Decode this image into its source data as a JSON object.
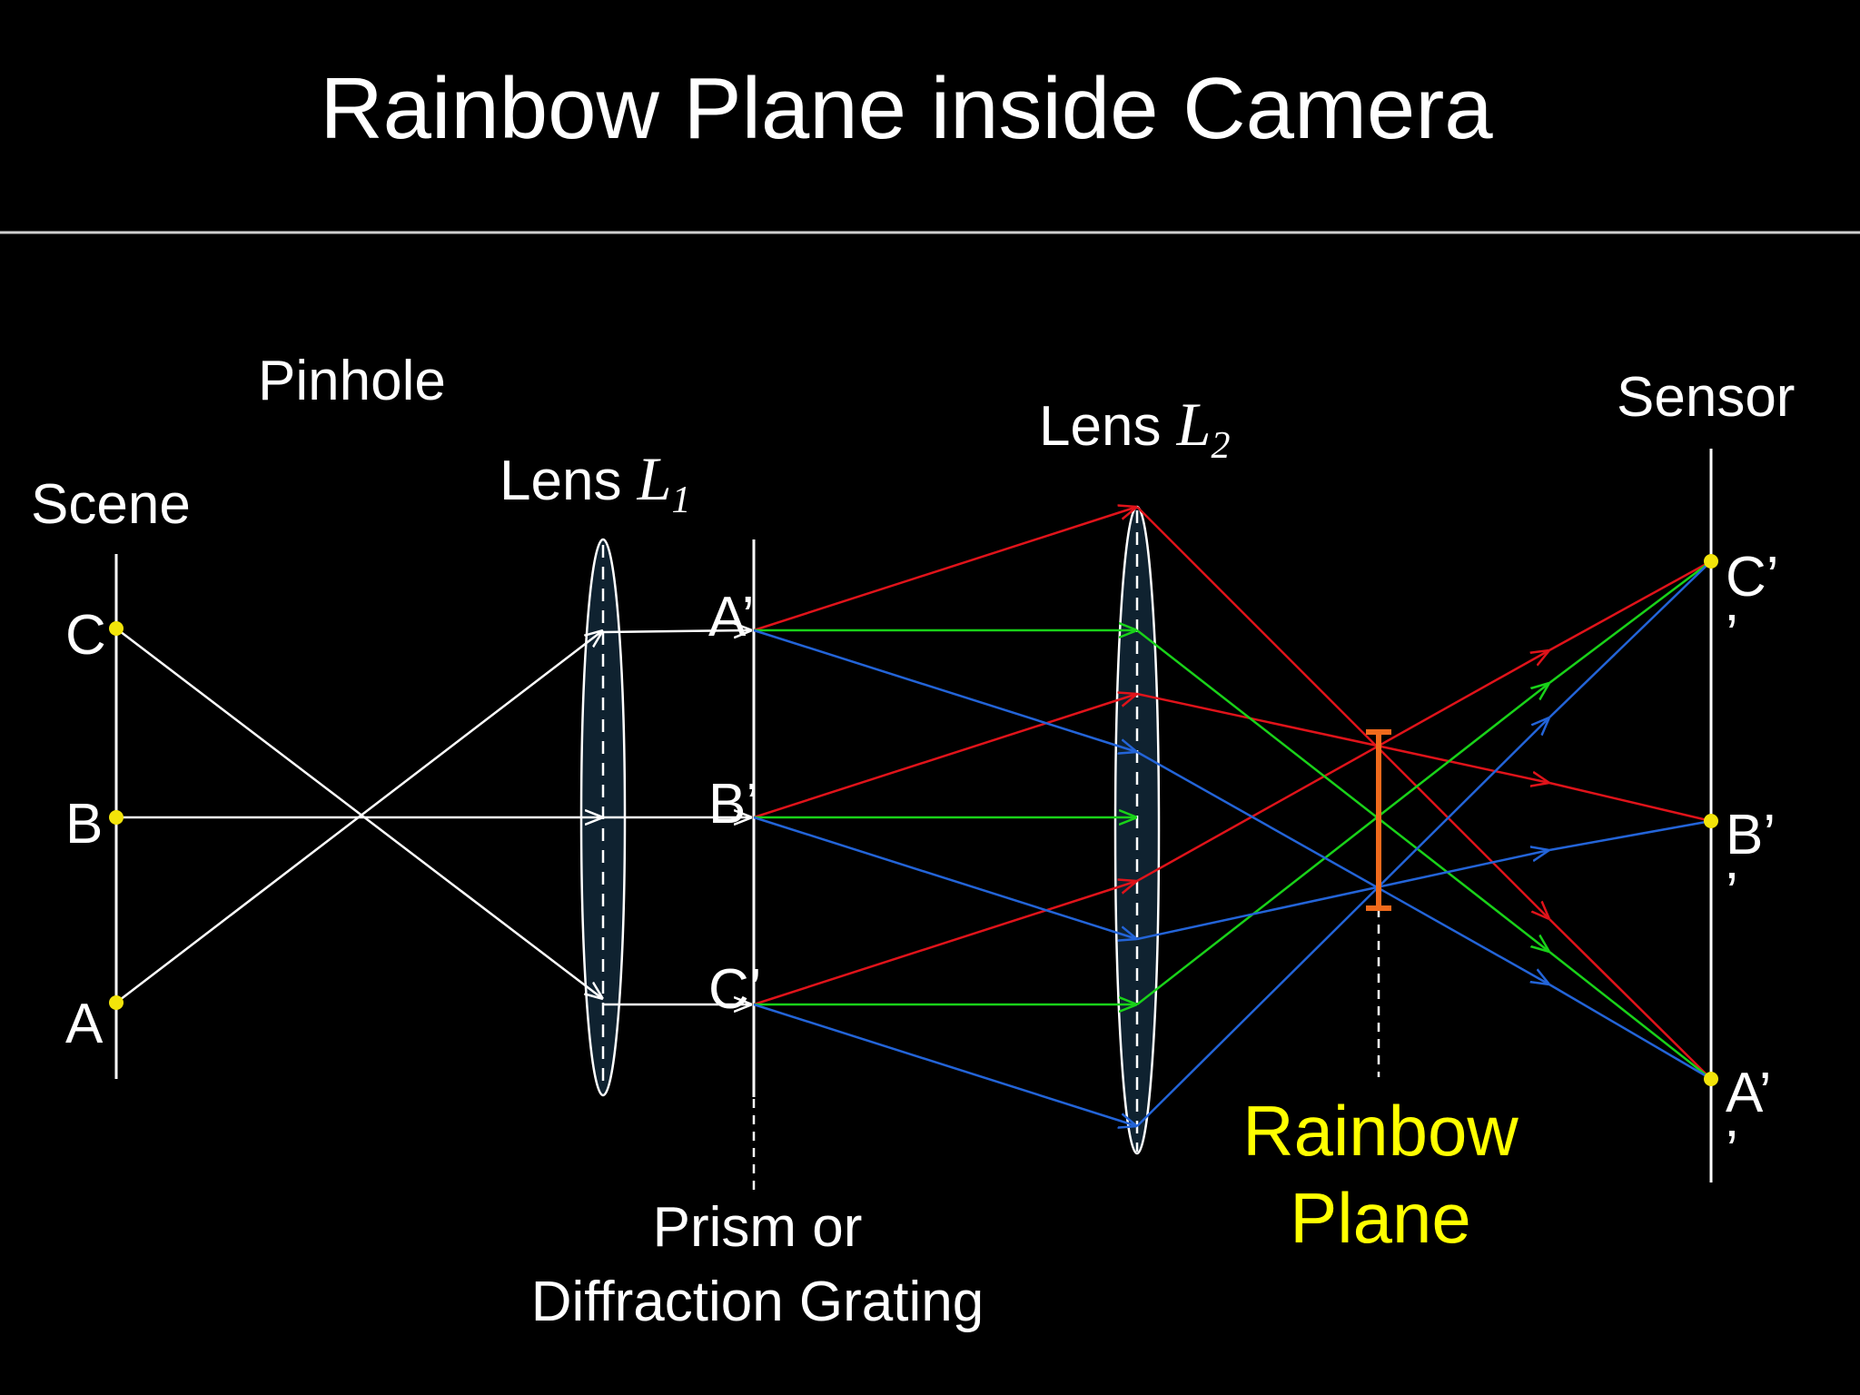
{
  "title": "Rainbow Plane inside Camera",
  "labels": {
    "pinhole": "Pinhole",
    "scene": "Scene",
    "lens1_text": "Lens ",
    "lens1_symbol": "L",
    "lens1_sub": "1",
    "lens2_text": "Lens ",
    "lens2_symbol": "L",
    "lens2_sub": "2",
    "sensor": "Sensor",
    "prism_line1": "Prism or",
    "prism_line2": "Diffraction Grating",
    "rainbow_line1": "Rainbow",
    "rainbow_line2": "Plane"
  },
  "scene_points": {
    "c": "C",
    "b": "B",
    "a": "A"
  },
  "grating_points": {
    "a": "A’",
    "b": "B’",
    "c": "C’"
  },
  "sensor_points": {
    "c": "C’",
    "c_mark": "’",
    "b": "B’",
    "b_mark": "’",
    "a": "A’",
    "a_mark": "’"
  },
  "colors": {
    "background": "#000000",
    "white": "#ffffff",
    "red": "#e0131a",
    "green": "#19d219",
    "blue": "#2364d8",
    "point_yellow": "#f2e40a",
    "rainbow_bar": "#f06a1c",
    "rainbow_text": "#ffff00",
    "lens_fill": "#0f2230"
  }
}
